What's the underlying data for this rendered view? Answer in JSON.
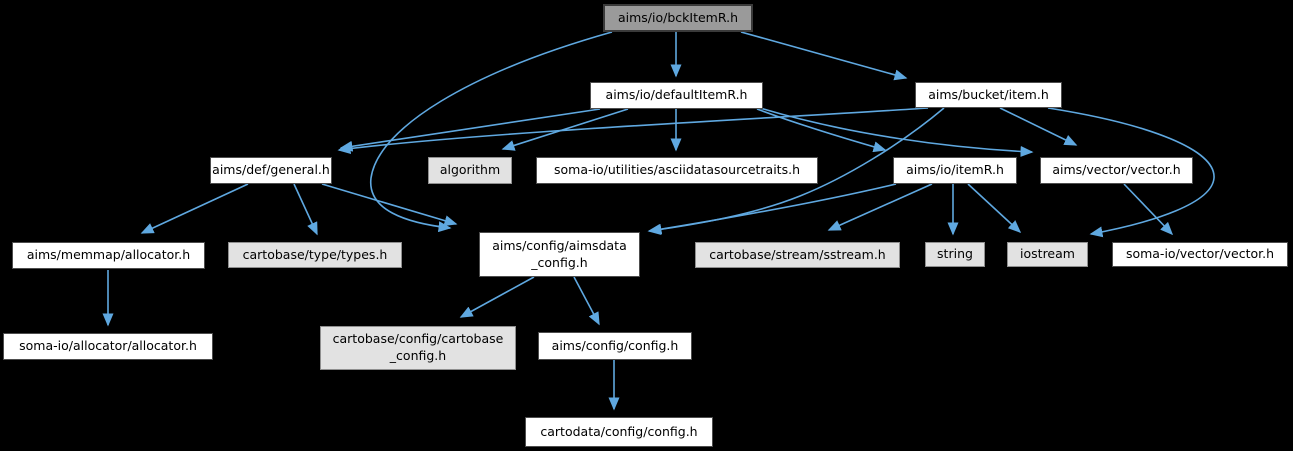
{
  "diagram": {
    "type": "include-dependency-graph",
    "root_file": "aims/io/bckItemR.h",
    "colors": {
      "background": "#000000",
      "edge": "#5fa8e0",
      "text": "#000000",
      "current_fill": "#9a9a9a",
      "current_border": "#3a3a3a",
      "header_fill": "#ffffff",
      "header_border": "#4d4d4d",
      "system_fill": "#e2e2e2",
      "system_border": "#8f8f8f"
    },
    "nodes": [
      {
        "id": "bckItemR",
        "label": "aims/io/bckItemR.h",
        "kind": "current"
      },
      {
        "id": "defaultItemR",
        "label": "aims/io/defaultItemR.h",
        "kind": "header"
      },
      {
        "id": "item",
        "label": "aims/bucket/item.h",
        "kind": "header"
      },
      {
        "id": "general",
        "label": "aims/def/general.h",
        "kind": "header"
      },
      {
        "id": "algorithm",
        "label": "algorithm",
        "kind": "system"
      },
      {
        "id": "ascii",
        "label": "soma-io/utilities/asciidatasourcetraits.h",
        "kind": "header"
      },
      {
        "id": "itemR",
        "label": "aims/io/itemR.h",
        "kind": "header"
      },
      {
        "id": "vector",
        "label": "aims/vector/vector.h",
        "kind": "header"
      },
      {
        "id": "memmap",
        "label": "aims/memmap/allocator.h",
        "kind": "header"
      },
      {
        "id": "types",
        "label": "cartobase/type/types.h",
        "kind": "system"
      },
      {
        "id": "aimsdata",
        "label": "aims/config/aimsdata\n_config.h",
        "kind": "header"
      },
      {
        "id": "sstream",
        "label": "cartobase/stream/sstream.h",
        "kind": "system"
      },
      {
        "id": "string",
        "label": "string",
        "kind": "system"
      },
      {
        "id": "iostream",
        "label": "iostream",
        "kind": "system"
      },
      {
        "id": "somavector",
        "label": "soma-io/vector/vector.h",
        "kind": "header"
      },
      {
        "id": "somaalloc",
        "label": "soma-io/allocator/allocator.h",
        "kind": "header"
      },
      {
        "id": "cartobaseconfig",
        "label": "cartobase/config/cartobase\n_config.h",
        "kind": "system"
      },
      {
        "id": "aimsconfig",
        "label": "aims/config/config.h",
        "kind": "header"
      },
      {
        "id": "cartodataconfig",
        "label": "cartodata/config/config.h",
        "kind": "header"
      }
    ],
    "edges": [
      {
        "from": "bckItemR",
        "to": "defaultItemR"
      },
      {
        "from": "bckItemR",
        "to": "item"
      },
      {
        "from": "bckItemR",
        "to": "aimsdata"
      },
      {
        "from": "defaultItemR",
        "to": "general"
      },
      {
        "from": "defaultItemR",
        "to": "algorithm"
      },
      {
        "from": "defaultItemR",
        "to": "ascii"
      },
      {
        "from": "defaultItemR",
        "to": "itemR"
      },
      {
        "from": "defaultItemR",
        "to": "vector"
      },
      {
        "from": "item",
        "to": "general"
      },
      {
        "from": "item",
        "to": "aimsdata"
      },
      {
        "from": "item",
        "to": "vector"
      },
      {
        "from": "item",
        "to": "iostream"
      },
      {
        "from": "itemR",
        "to": "aimsdata"
      },
      {
        "from": "itemR",
        "to": "sstream"
      },
      {
        "from": "itemR",
        "to": "string"
      },
      {
        "from": "itemR",
        "to": "iostream"
      },
      {
        "from": "vector",
        "to": "somavector"
      },
      {
        "from": "general",
        "to": "memmap"
      },
      {
        "from": "general",
        "to": "types"
      },
      {
        "from": "general",
        "to": "aimsdata"
      },
      {
        "from": "memmap",
        "to": "somaalloc"
      },
      {
        "from": "aimsdata",
        "to": "cartobaseconfig"
      },
      {
        "from": "aimsdata",
        "to": "aimsconfig"
      },
      {
        "from": "aimsconfig",
        "to": "cartodataconfig"
      }
    ]
  }
}
